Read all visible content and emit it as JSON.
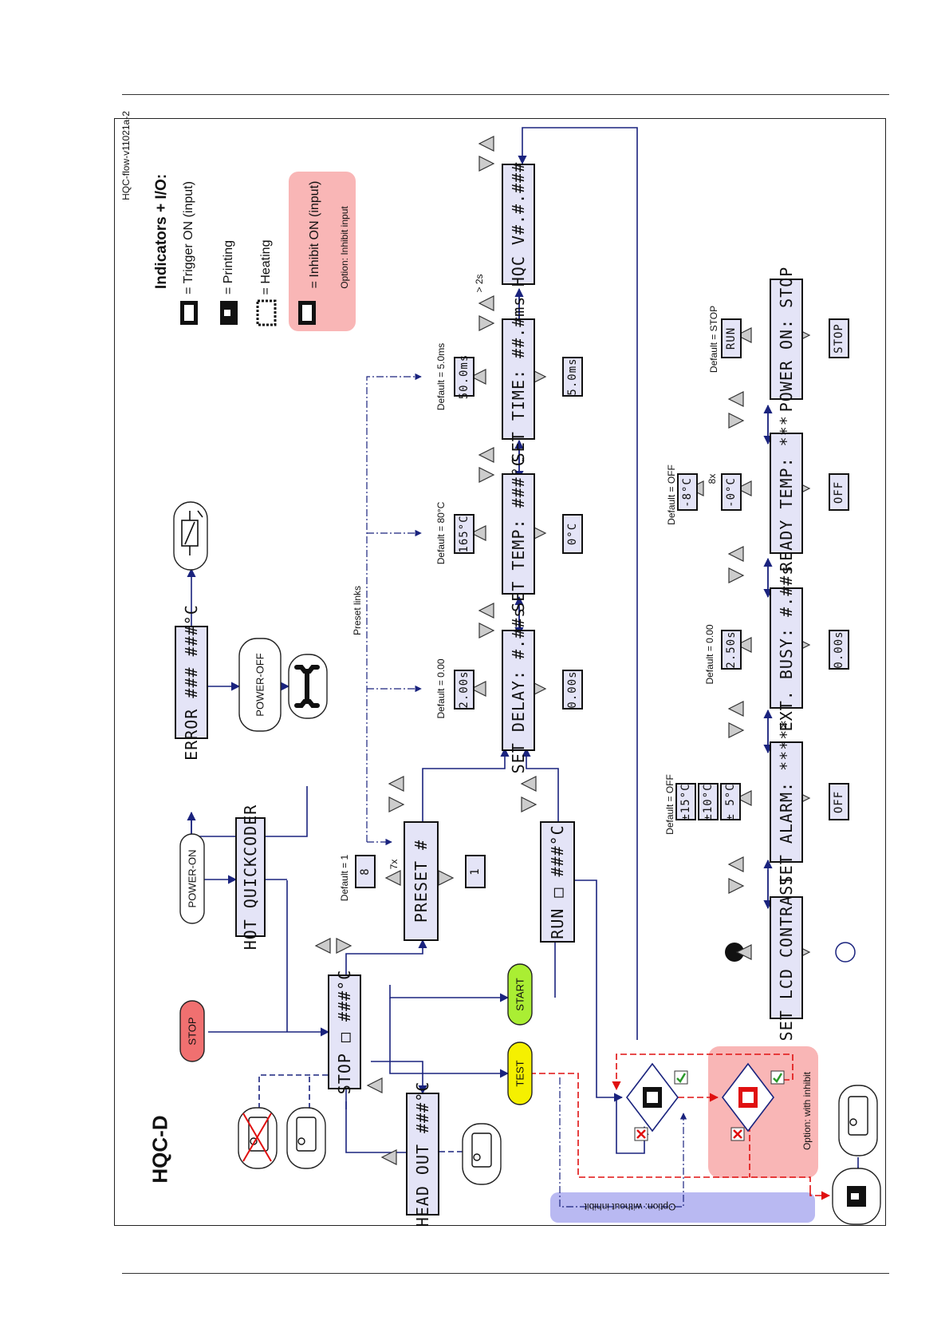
{
  "diagram": {
    "title": "HQC-D",
    "version": "HQC-flow-v11021a-2",
    "legend": {
      "title": "Indicators + I/O:",
      "trigger": "= Trigger ON (input)",
      "printing": "= Printing",
      "heating": "= Heating",
      "inhibit": "= Inhibit ON (input)",
      "inhibit_option": "Option: Inhibit input"
    },
    "colors": {
      "line": "#1a237e",
      "stop_button": "#f07070",
      "start_button": "#aaee33",
      "test_button": "#f5f000",
      "inhibit_region": "#f9b6b6",
      "without_inhibit_region": "#b9b9f2",
      "lcd_fill": "#e4e4f7",
      "red_path": "#e01010"
    },
    "buttons": {
      "power_on": "POWER-ON",
      "power_off": "POWER-OFF",
      "stop": "STOP",
      "start": "START",
      "test": "TEST"
    },
    "screens": {
      "error": "ERROR ### ###°C",
      "hot_quickcoder": "HOT QUICKCODER",
      "stop": "STOP □ ###°C",
      "head_out": "HEAD OUT ###°C",
      "preset": "PRESET #",
      "run": "RUN □ ###°C",
      "set_delay": "SET DELAY: #.##s",
      "set_temp": "SET TEMP: ###°C",
      "set_time": "SET TIME: ##.#ms",
      "hqc_version": "HQC V#.#.###",
      "lcd_contrast": "SET LCD CONTRAST",
      "set_alarm": "SET ALARM: *****",
      "ext_busy": "EXT. BUSY: #.##s",
      "ready_temp": "READY TEMP: ***",
      "power_on": "POWER ON: STOP"
    },
    "values": {
      "preset_max": "8",
      "preset_min": "1",
      "delay_max": "2.00s",
      "delay_min": "0.00s",
      "temp_max": "165°C",
      "temp_min": "0°C",
      "time_max": "50.0ms",
      "time_min": "5.0ms",
      "alarm_opt1": "±15°C",
      "alarm_opt2": "±10°C",
      "alarm_opt3": "± 5°C",
      "alarm_off": "OFF",
      "busy_max": "2.50s",
      "busy_min": "0.00s",
      "ready_opt1": "-8°C",
      "ready_opt2": "-0°C",
      "ready_off": "OFF",
      "power_run": "RUN",
      "power_stop": "STOP"
    },
    "notes": {
      "default_preset": "Default = 1",
      "default_delay": "Default = 0.00",
      "default_temp": "Default = 80°C",
      "default_time": "Default = 5.0ms",
      "default_alarm": "Default = OFF",
      "default_busy": "Default = 0.00",
      "default_ready": "Default = OFF",
      "default_power": "Default = STOP",
      "preset_links": "Preset links",
      "seven_x": "7x",
      "eight_x": "8x",
      "two_s": "> 2s",
      "option_with_inhibit": "Option: with inhibit",
      "option_without_inhibit": "Option: without inhibit"
    }
  }
}
